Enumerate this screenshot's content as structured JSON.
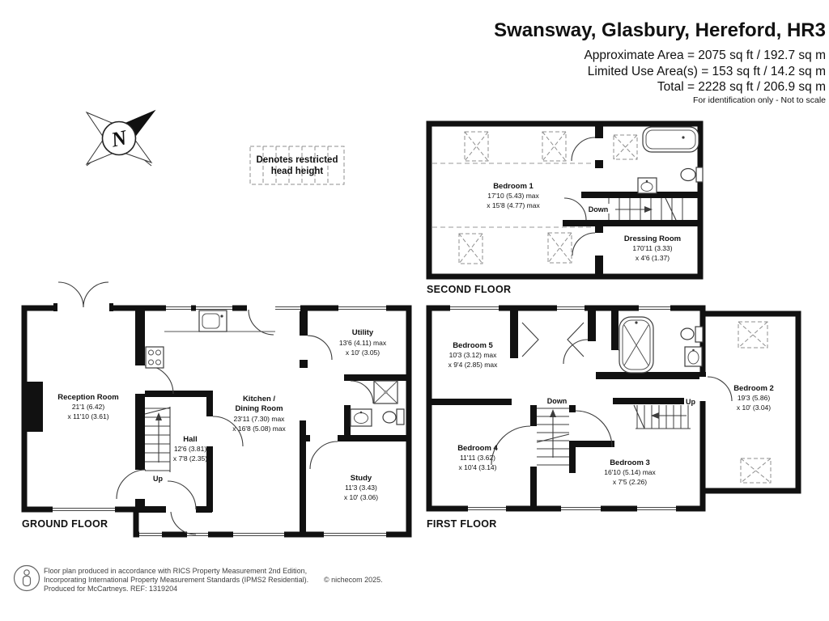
{
  "header": {
    "title": "Swansway, Glasbury, Hereford, HR3",
    "approximate_area": "Approximate Area = 2075 sq ft / 192.7 sq m",
    "limited_use_area": "Limited Use Area(s) = 153 sq ft / 14.2 sq m",
    "total_area": "Total = 2228 sq ft / 206.9 sq m",
    "disclaimer": "For identification only - Not to scale"
  },
  "compass": {
    "north_label": "N"
  },
  "legend": {
    "line1": "Denotes restricted",
    "line2": "head height"
  },
  "floors": {
    "second": {
      "label": "SECOND FLOOR",
      "stairs_down_label": "Down",
      "rooms": {
        "bedroom1": {
          "name": "Bedroom 1",
          "dim1": "17'10 (5.43) max",
          "dim2": "x 15'8 (4.77) max"
        },
        "dressing": {
          "name": "Dressing Room",
          "dim1": "170'11 (3.33)",
          "dim2": "x 4'6 (1.37)"
        }
      }
    },
    "ground": {
      "label": "GROUND FLOOR",
      "stairs_up_label": "Up",
      "rooms": {
        "reception": {
          "name": "Reception Room",
          "dim1": "21'1 (6.42)",
          "dim2": "x 11'10 (3.61)"
        },
        "hall": {
          "name": "Hall",
          "dim1": "12'6 (3.81)",
          "dim2": "x 7'8 (2.35)"
        },
        "kitchen": {
          "name_line1": "Kitchen /",
          "name_line2": "Dining Room",
          "dim1": "23'11 (7.30) max",
          "dim2": "x 16'8 (5.08) max"
        },
        "utility": {
          "name": "Utility",
          "dim1": "13'6 (4.11) max",
          "dim2": "x 10' (3.05)"
        },
        "study": {
          "name": "Study",
          "dim1": "11'3 (3.43)",
          "dim2": "x 10' (3.06)"
        }
      }
    },
    "first": {
      "label": "FIRST FLOOR",
      "stairs_down_label": "Down",
      "stairs_up_label": "Up",
      "rooms": {
        "bedroom5": {
          "name": "Bedroom 5",
          "dim1": "10'3 (3.12) max",
          "dim2": "x 9'4 (2.85) max"
        },
        "bedroom4": {
          "name": "Bedroom 4",
          "dim1": "11'11 (3.62)",
          "dim2": "x 10'4 (3.14)"
        },
        "bedroom3": {
          "name": "Bedroom 3",
          "dim1": "16'10 (5.14) max",
          "dim2": "x 7'5 (2.26)"
        },
        "bedroom2": {
          "name": "Bedroom 2",
          "dim1": "19'3 (5.86)",
          "dim2": "x 10' (3.04)"
        }
      }
    }
  },
  "footer": {
    "line1": "Floor plan produced in accordance with RICS Property Measurement 2nd Edition,",
    "line2": "Incorporating International Property Measurement Standards (IPMS2 Residential).",
    "copyright": "© nichecom 2025.",
    "line3": "Produced for McCartneys.   REF: 1319204"
  }
}
